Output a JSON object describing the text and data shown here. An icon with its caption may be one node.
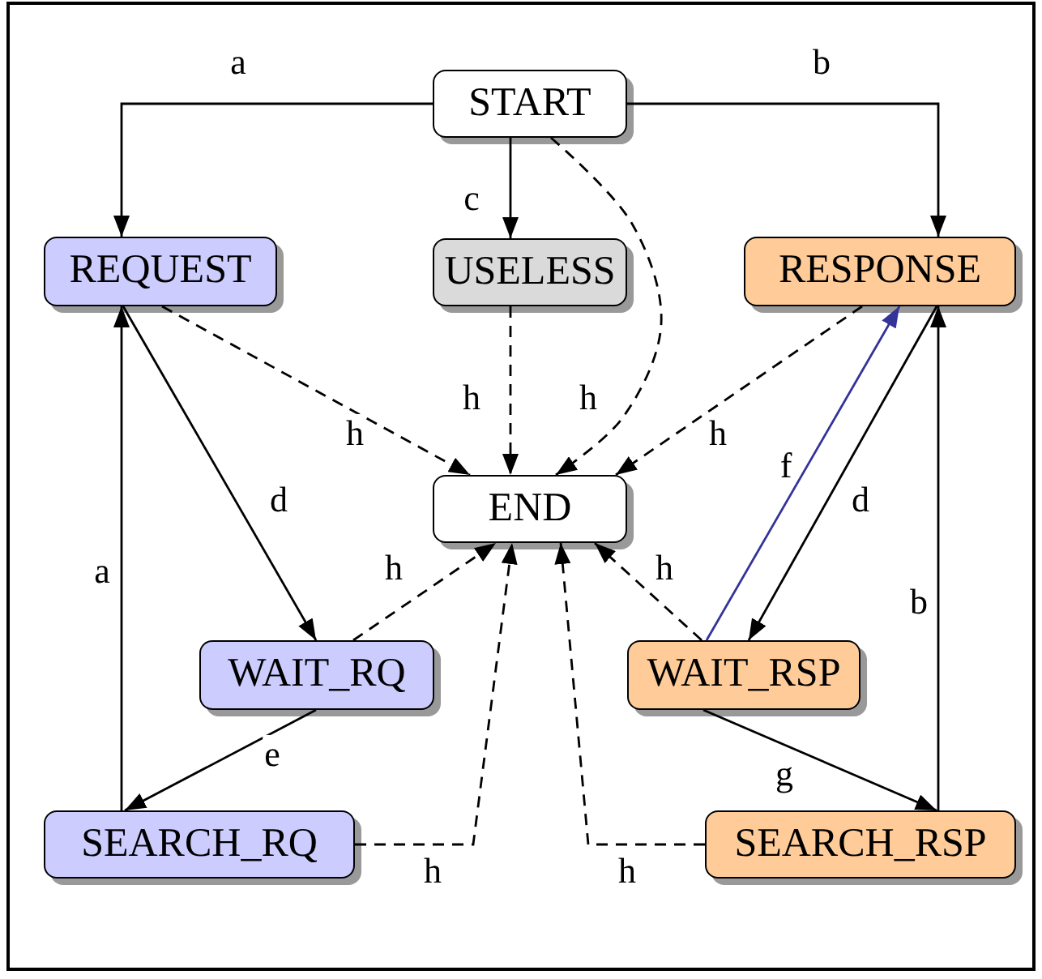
{
  "diagram": {
    "nodes": [
      {
        "text": [
          "START"
        ]
      },
      {
        "text": [
          "REQUEST"
        ]
      },
      {
        "text": [
          "USELESS"
        ]
      },
      {
        "text": [
          "RESPONSE"
        ]
      },
      {
        "text": [
          "END"
        ]
      },
      {
        "text": [
          "WAIT_RQ"
        ]
      },
      {
        "text": [
          "WAIT_RSP"
        ]
      },
      {
        "text": [
          "SEARCH_RQ"
        ]
      },
      {
        "text": [
          "SEARCH_RSP"
        ]
      }
    ],
    "edges": [
      {
        "from": 0,
        "to": 1,
        "arrow": "to",
        "label": "a"
      },
      {
        "from": 0,
        "to": 3,
        "arrow": "to",
        "label": "b"
      },
      {
        "from": 0,
        "to": 2,
        "arrow": "to",
        "label": "c"
      },
      {
        "from": 0,
        "to": 4,
        "arrow": "to",
        "label": "h",
        "style": "dashed"
      },
      {
        "from": 1,
        "to": 4,
        "arrow": "to",
        "label": "h",
        "style": "dashed"
      },
      {
        "from": 2,
        "to": 4,
        "arrow": "to",
        "label": "h",
        "style": "dashed"
      },
      {
        "from": 3,
        "to": 4,
        "arrow": "to",
        "label": "h",
        "style": "dashed"
      },
      {
        "from": 1,
        "to": 5,
        "arrow": "to",
        "label": "d"
      },
      {
        "from": 3,
        "to": 6,
        "arrow": "to",
        "label": "d"
      },
      {
        "from": 6,
        "to": 3,
        "arrow": "to",
        "label": "f",
        "color": "#333399"
      },
      {
        "from": 5,
        "to": 4,
        "arrow": "to",
        "label": "h",
        "style": "dashed"
      },
      {
        "from": 6,
        "to": 4,
        "arrow": "to",
        "label": "h",
        "style": "dashed"
      },
      {
        "from": 5,
        "to": 7,
        "arrow": "to",
        "label": "e"
      },
      {
        "from": 6,
        "to": 8,
        "arrow": "to",
        "label": "g"
      },
      {
        "from": 7,
        "to": 1,
        "arrow": "to",
        "label": "a"
      },
      {
        "from": 8,
        "to": 3,
        "arrow": "to",
        "label": "b"
      },
      {
        "from": 7,
        "to": 4,
        "arrow": "to",
        "label": "h",
        "style": "dashed"
      },
      {
        "from": 8,
        "to": 4,
        "arrow": "to",
        "label": "h",
        "style": "dashed"
      }
    ]
  }
}
